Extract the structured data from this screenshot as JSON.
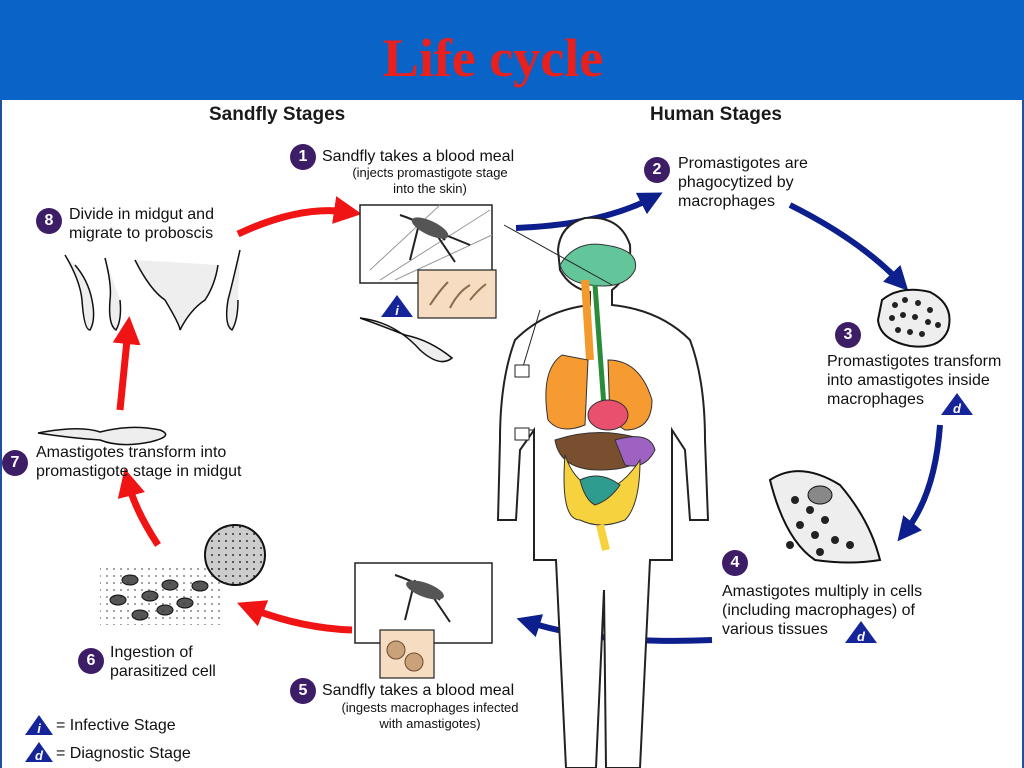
{
  "title": "Life cycle",
  "headings": {
    "sandfly": "Sandfly Stages",
    "human": "Human Stages"
  },
  "steps": [
    {
      "num": "1",
      "label": "Sandfly takes a blood meal",
      "sub": "(injects promastigote stage\ninto the skin)"
    },
    {
      "num": "2",
      "label": "Promastigotes are\nphagocytized by\nmacrophages"
    },
    {
      "num": "3",
      "label": "Promastigotes transform\ninto amastigotes inside\nmacrophages"
    },
    {
      "num": "4",
      "label": "Amastigotes multiply in cells\n(including macrophages) of\nvarious tissues"
    },
    {
      "num": "5",
      "label": "Sandfly takes a blood meal",
      "sub": "(ingests macrophages infected\nwith amastigotes)"
    },
    {
      "num": "6",
      "label": "Ingestion of\nparasitized cell"
    },
    {
      "num": "7",
      "label": "Amastigotes transform into\npromastigote stage in midgut"
    },
    {
      "num": "8",
      "label": "Divide in midgut and\nmigrate to proboscis"
    }
  ],
  "legend": {
    "infective_letter": "i",
    "infective_text": "= Infective Stage",
    "diagnostic_letter": "d",
    "diagnostic_text": "= Diagnostic Stage"
  },
  "colors": {
    "header": "#0a63c7",
    "title": "#e8201e",
    "red_arrow": "#f01414",
    "blue_arrow": "#0d1f8c",
    "step_circle": "#3d1d66"
  }
}
